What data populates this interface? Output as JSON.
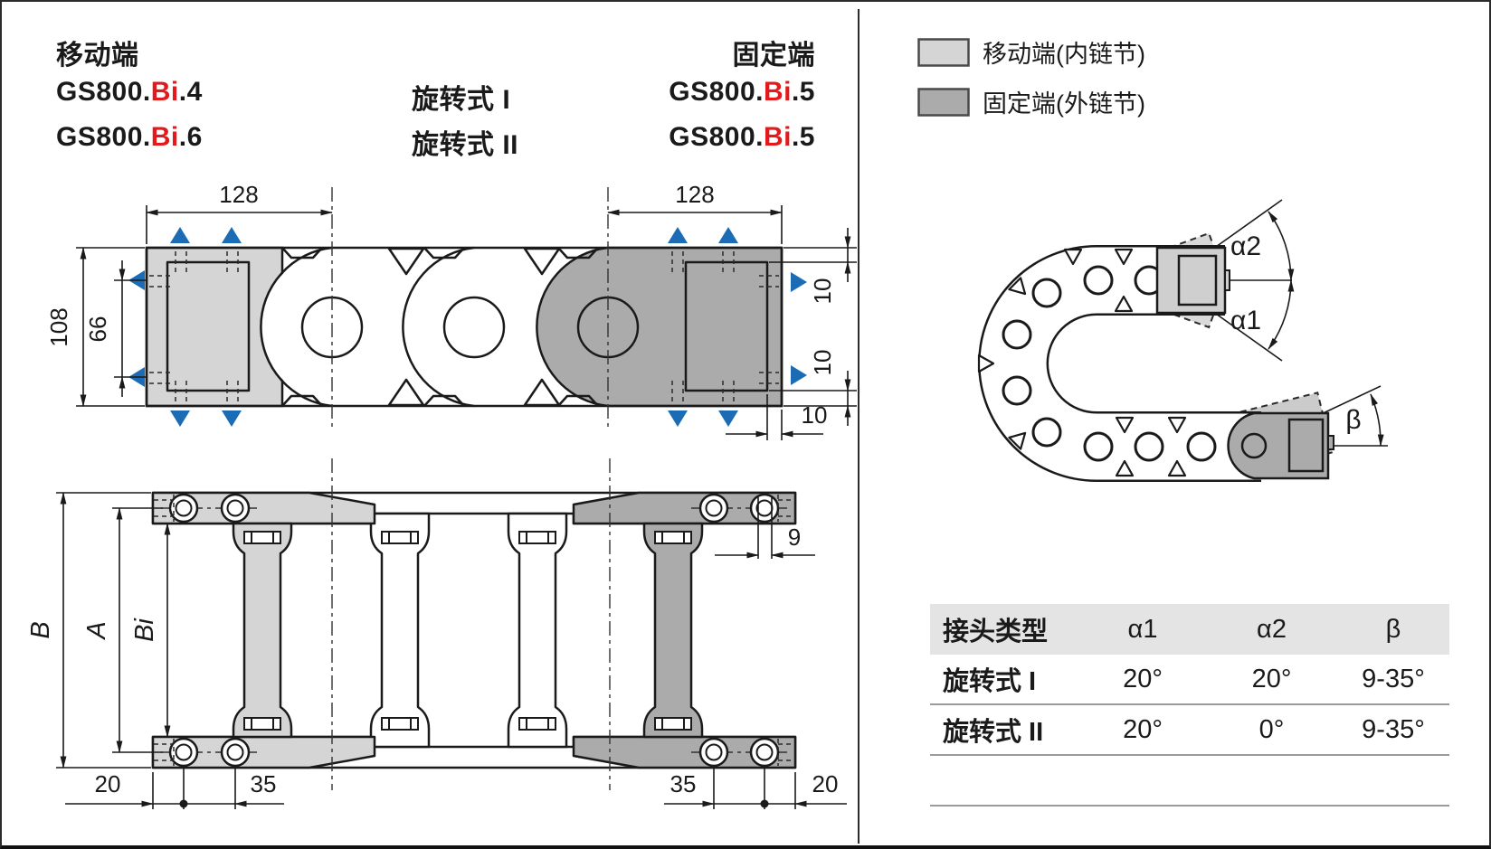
{
  "header": {
    "moving_end": "移动端",
    "fixed_end": "固定端",
    "rows": [
      {
        "left_prefix": "GS800.",
        "left_param": "Bi",
        "left_suffix": ".4",
        "type": "旋转式 I",
        "right_prefix": "GS800.",
        "right_param": "Bi",
        "right_suffix": ".5"
      },
      {
        "left_prefix": "GS800.",
        "left_param": "Bi",
        "left_suffix": ".6",
        "type": "旋转式 II",
        "right_prefix": "GS800.",
        "right_param": "Bi",
        "right_suffix": ".5"
      }
    ]
  },
  "legend": {
    "items": [
      {
        "label": "移动端(内链节)",
        "color": "#d5d5d5"
      },
      {
        "label": "固定端(外链节)",
        "color": "#ababab"
      }
    ]
  },
  "drawing": {
    "dims": {
      "link_width": "128",
      "outer_height": "108",
      "inner_height": "66",
      "offset_10": "10",
      "overall_width": "B",
      "mount_width": "A",
      "inner_width": "Bi",
      "end_offset": "20",
      "hole_pitch": "35",
      "hole_dia": "9"
    },
    "angles": {
      "alpha1": "α1",
      "alpha2": "α2",
      "beta": "β"
    }
  },
  "table": {
    "headers": [
      "接头类型",
      "α1",
      "α2",
      "β"
    ],
    "rows": [
      [
        "旋转式 I",
        "20°",
        "20°",
        "9-35°"
      ],
      [
        "旋转式 II",
        "20°",
        "0°",
        "9-35°"
      ]
    ]
  },
  "colors": {
    "moving_end": "#d5d5d5",
    "fixed_end": "#ababab",
    "datum_blue": "#1b6cb5",
    "param_red": "#e3191c",
    "table_header_bg": "#e4e4e4"
  }
}
